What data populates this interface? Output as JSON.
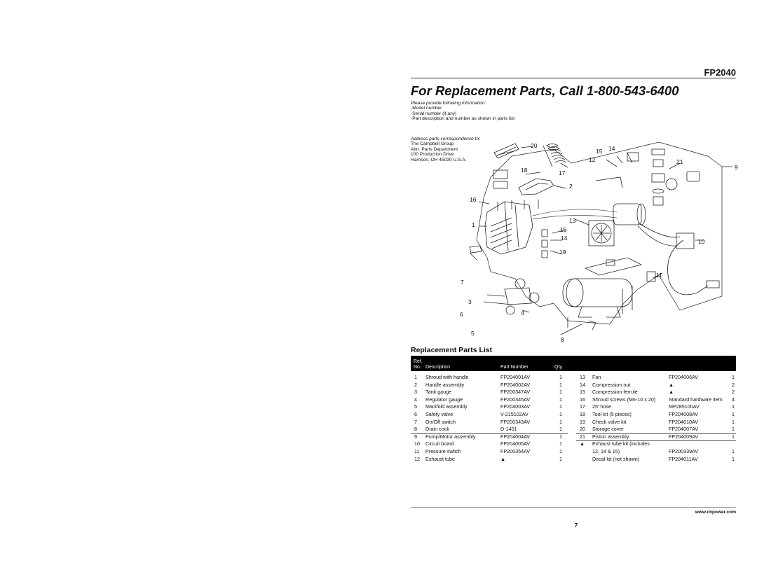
{
  "model": "FP2040",
  "title": "For Replacement Parts, Call 1-800-543-6400",
  "info": {
    "heading": "Please provide following information:",
    "lines": [
      "-Model number",
      "-Serial number (if any)",
      "-Part description and number as shown in parts list"
    ]
  },
  "address": {
    "heading": "Address parts correspondence to:",
    "lines": [
      "The Campbell Group",
      "Attn: Parts Department",
      "100 Production Drive",
      "Harrison, OH 45030 U.S.A."
    ]
  },
  "diagram_callouts": [
    "20",
    "15",
    "14",
    "12",
    "21",
    "9",
    "18",
    "17",
    "2",
    "16",
    "13",
    "15",
    "14",
    "1",
    "19",
    "10",
    "7",
    "11",
    "3",
    "4",
    "6",
    "5",
    "8"
  ],
  "parts_list": {
    "heading": "Replacement Parts List",
    "headers": {
      "ref_1": "Ref.",
      "ref_2": "No.",
      "description": "Description",
      "part_number": "Part Number",
      "qty": "Qty."
    },
    "left": [
      {
        "ref": "1",
        "desc": "Shroud with handle",
        "part": "FP204001AV",
        "qty": "1"
      },
      {
        "ref": "2",
        "desc": "Handle assembly",
        "part": "FP204002AV",
        "qty": "1"
      },
      {
        "ref": "3",
        "desc": "Tank gauge",
        "part": "FP200347AV",
        "qty": "1"
      },
      {
        "ref": "4",
        "desc": "Regulator gauge",
        "part": "FP200345AV",
        "qty": "1"
      },
      {
        "ref": "5",
        "desc": "Manifold assembly",
        "part": "FP204003AV",
        "qty": "1"
      },
      {
        "ref": "6",
        "desc": "Safety valve",
        "part": "V-215102AV",
        "qty": "1"
      },
      {
        "ref": "7",
        "desc": "On/Off switch",
        "part": "FP200343AV",
        "qty": "1"
      },
      {
        "ref": "8",
        "desc": "Drain cock",
        "part": "D-1401",
        "qty": "1"
      },
      {
        "ref": "9",
        "desc": "Pump/Motor assembly",
        "part": "FP204004AV",
        "qty": "1"
      },
      {
        "ref": "10",
        "desc": "Circuit board",
        "part": "FP204005AV",
        "qty": "1"
      },
      {
        "ref": "11",
        "desc": "Pressure switch",
        "part": "FP200354AV",
        "qty": "1"
      },
      {
        "ref": "12",
        "desc": "Exhaust tube",
        "part": "▲",
        "qty": "1"
      }
    ],
    "right": [
      {
        "ref": "13",
        "desc": "Fan",
        "part": "FP204006AV",
        "qty": "1"
      },
      {
        "ref": "14",
        "desc": "Compression nut",
        "part": "▲",
        "qty": "2"
      },
      {
        "ref": "15",
        "desc": "Compression ferrule",
        "part": "▲",
        "qty": "2"
      },
      {
        "ref": "16",
        "desc": "Shroud screws (M6-10 x 20)",
        "part": "Standard hardware item",
        "qty": "4"
      },
      {
        "ref": "17",
        "desc": "25' hose",
        "part": "MP285100AV",
        "qty": "1"
      },
      {
        "ref": "18",
        "desc": "Tool kit (5 pieces)",
        "part": "FP204008AV",
        "qty": "1"
      },
      {
        "ref": "19",
        "desc": "Check valve kit",
        "part": "FP204010AV",
        "qty": "1"
      },
      {
        "ref": "20",
        "desc": "Storage cover",
        "part": "FP204007AV",
        "qty": "1"
      },
      {
        "ref": "21",
        "desc": "Piston assembly",
        "part": "FP204009AV",
        "qty": "1"
      },
      {
        "ref": "▲",
        "desc": "Exhaust tube kit (includes",
        "part": "",
        "qty": ""
      },
      {
        "ref": "",
        "desc": "12, 14 & 15)",
        "part": "FP200339AV",
        "qty": "1"
      },
      {
        "ref": "",
        "desc": "Decal kit (not shown)",
        "part": "FP204011AV",
        "qty": "1"
      }
    ]
  },
  "footer": {
    "website": "www.chpower.com",
    "page": "7"
  }
}
